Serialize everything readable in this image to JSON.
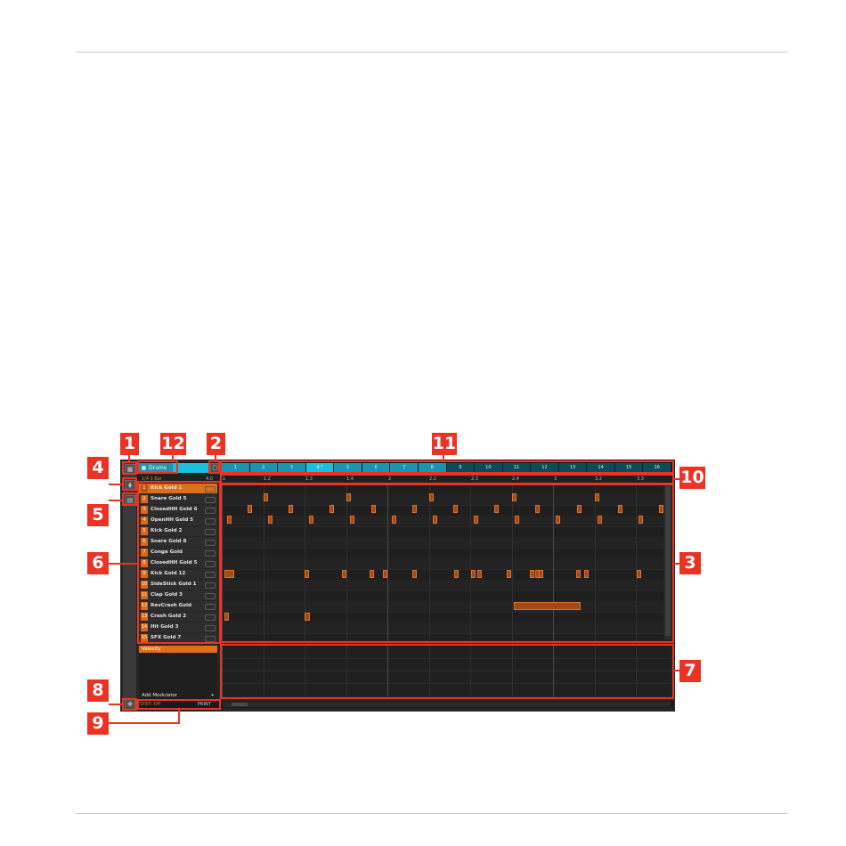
{
  "group": {
    "name": "Drums"
  },
  "patterns": [
    "1",
    "2",
    "3",
    "4 *",
    "5",
    "6",
    "7",
    "8",
    "9",
    "10",
    "11",
    "12",
    "13",
    "14",
    "15",
    "16"
  ],
  "ruler": {
    "left_label": "1/4 1 Bar",
    "right_label": "4.0",
    "marks": [
      "1",
      "1.2",
      "1.3",
      "1.4",
      "2",
      "2.2",
      "2.3",
      "2.4",
      "3",
      "3.2",
      "3.3"
    ]
  },
  "sounds": [
    {
      "num": "1",
      "name": "Kick Gold 1"
    },
    {
      "num": "2",
      "name": "Snare Gold 5"
    },
    {
      "num": "3",
      "name": "ClosedHH Gold 6"
    },
    {
      "num": "4",
      "name": "OpenHH Gold 5"
    },
    {
      "num": "5",
      "name": "Kick Gold 2"
    },
    {
      "num": "6",
      "name": "Snare Gold 8"
    },
    {
      "num": "7",
      "name": "Conga Gold"
    },
    {
      "num": "8",
      "name": "ClosedHH Gold 5"
    },
    {
      "num": "9",
      "name": "Kick Gold 12"
    },
    {
      "num": "10",
      "name": "SideStick Gold 1"
    },
    {
      "num": "11",
      "name": "Clap Gold 3"
    },
    {
      "num": "12",
      "name": "RevCrash Gold"
    },
    {
      "num": "13",
      "name": "Crash Gold 2"
    },
    {
      "num": "14",
      "name": "Hit Gold 3"
    },
    {
      "num": "15",
      "name": "SFX Gold 7"
    }
  ],
  "modulation": {
    "selected": "Velocity",
    "add_label": "Add Modulator",
    "add_symbol": "+"
  },
  "footer": {
    "step": "STEP: Off",
    "print": "PRINT"
  },
  "callouts": [
    "1",
    "12",
    "2",
    "11",
    "4",
    "10",
    "5",
    "6",
    "3",
    "7",
    "8",
    "9"
  ],
  "colors": {
    "accent_orange": "#e06f16",
    "group_cyan": "#1ac0dd",
    "callout_red": "#ea3324"
  }
}
